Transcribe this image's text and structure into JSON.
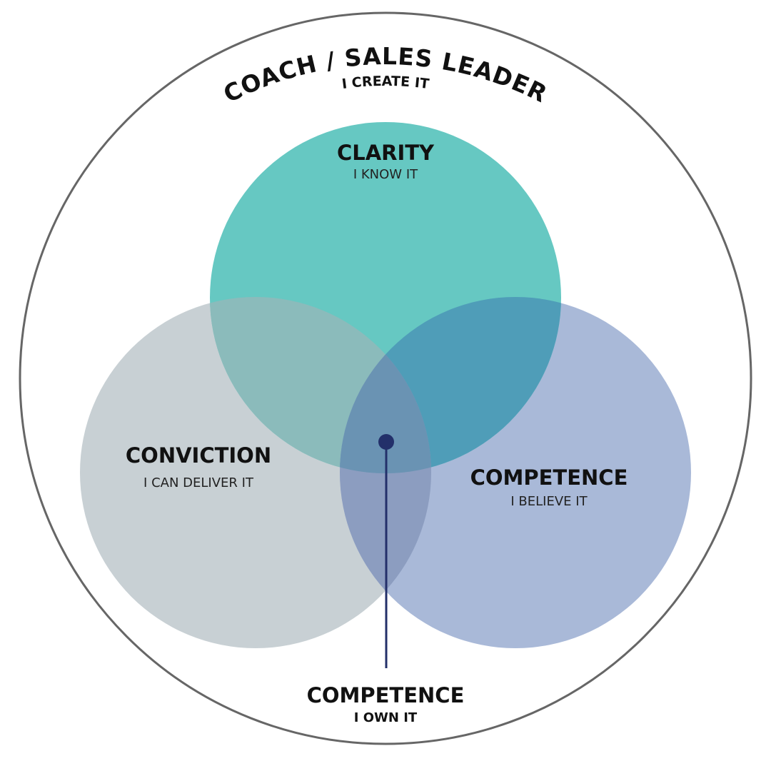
{
  "outer": {
    "title": "COACH / SALES LEADER",
    "subtitle": "I CREATE IT"
  },
  "circles": {
    "top": {
      "title": "CLARITY",
      "subtitle": "I KNOW IT",
      "color": "#66c8c2"
    },
    "left": {
      "title": "CONVICTION",
      "subtitle": "I CAN DELIVER IT",
      "color": "#c8d0d4"
    },
    "right": {
      "title": "COMPETENCE",
      "subtitle": "I BELIEVE IT",
      "color": "#a9b9d8"
    }
  },
  "overlaps": {
    "top_left": "#8bbbbb",
    "top_right": "#4f9db8",
    "left_right": "#8c9dc0",
    "center": "#6a93b3"
  },
  "center_callout": {
    "title": "COMPETENCE",
    "subtitle": "I OWN IT",
    "color": "#23306a"
  }
}
